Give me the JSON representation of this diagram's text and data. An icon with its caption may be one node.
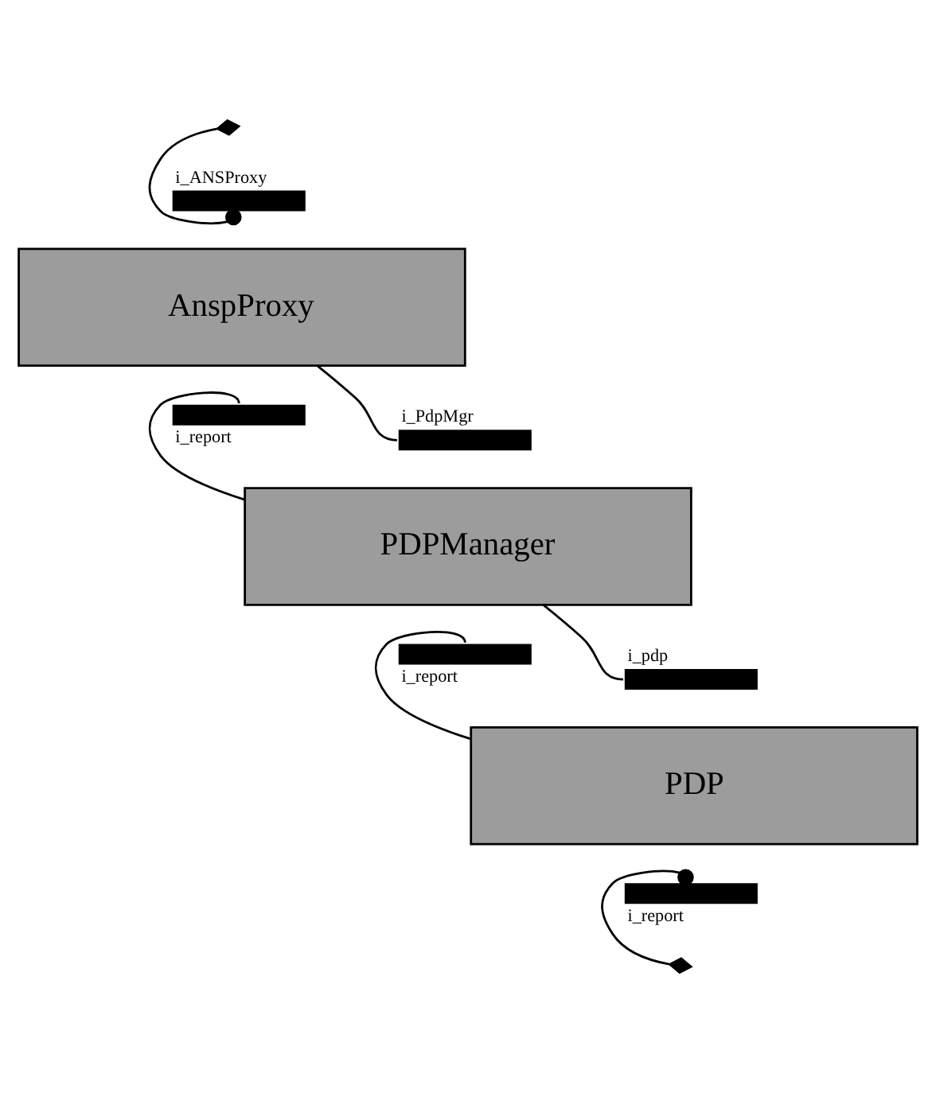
{
  "diagram": {
    "nodes": [
      {
        "text": [
          "i_ANSProxy"
        ]
      },
      {
        "text": [
          "AnspProxy"
        ]
      },
      {
        "text": [
          "i_report"
        ]
      },
      {
        "text": [
          "i_PdpMgr"
        ]
      },
      {
        "text": [
          "PDPManager"
        ]
      },
      {
        "text": [
          "i_report"
        ]
      },
      {
        "text": [
          "i_pdp"
        ]
      },
      {
        "text": [
          "PDP"
        ]
      },
      {
        "text": [
          "i_report"
        ]
      }
    ],
    "edges": [
      {
        "from": null,
        "to": 0,
        "arrow": "other"
      },
      {
        "from": 1,
        "to": 3,
        "arrow": "none"
      },
      {
        "from": 2,
        "to": 4,
        "arrow": "none"
      },
      {
        "from": 4,
        "to": 6,
        "arrow": "none"
      },
      {
        "from": 5,
        "to": 7,
        "arrow": "none"
      },
      {
        "from": 8,
        "to": null,
        "arrow": "other"
      }
    ]
  }
}
